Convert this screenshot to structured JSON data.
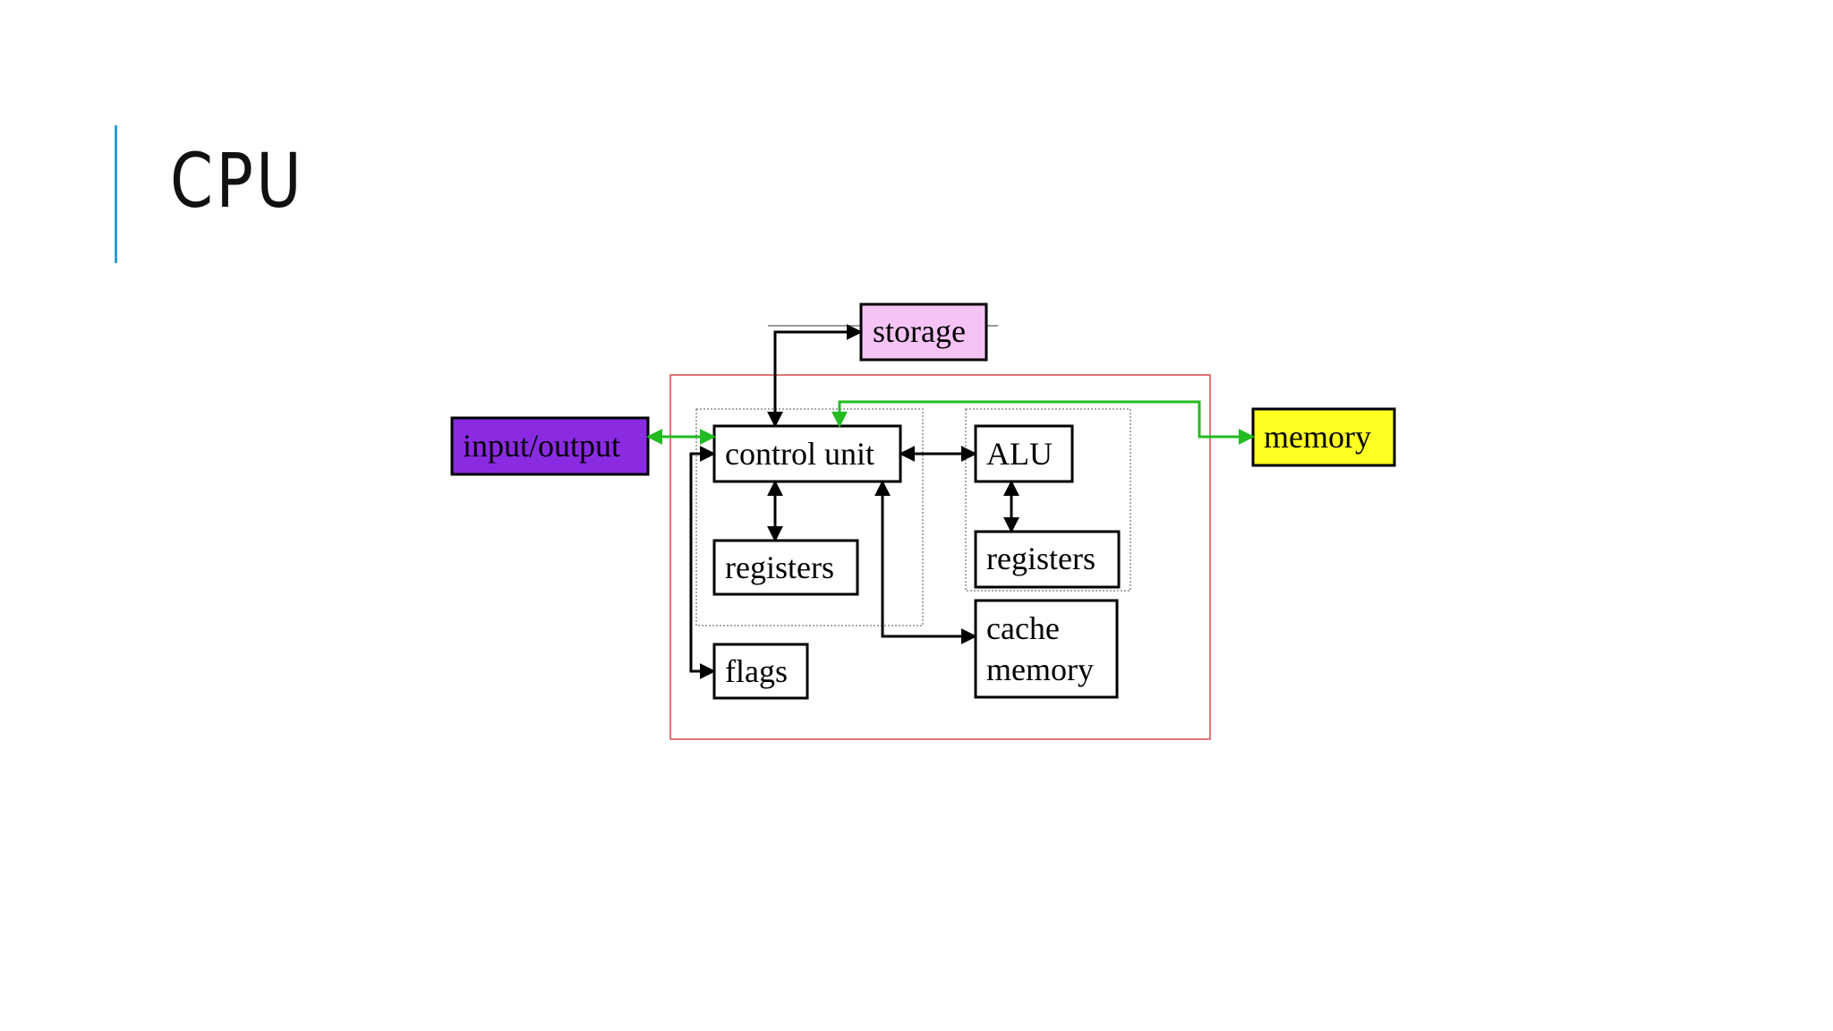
{
  "slide": {
    "title": "CPU"
  },
  "colors": {
    "accent": "#2e9fd6",
    "cpu_border": "#d44a4a",
    "storage_fill": "#f5c3f5",
    "io_fill": "#8a2be2",
    "memory_fill": "#ffff22",
    "bus_green": "#22bb22"
  },
  "diagram": {
    "storage": "storage",
    "input_output": "input/output",
    "control_unit": "control unit",
    "registers_cu": "registers",
    "flags": "flags",
    "alu": "ALU",
    "registers_alu": "registers",
    "cache_line1": "cache",
    "cache_line2": "memory",
    "memory": "memory"
  }
}
